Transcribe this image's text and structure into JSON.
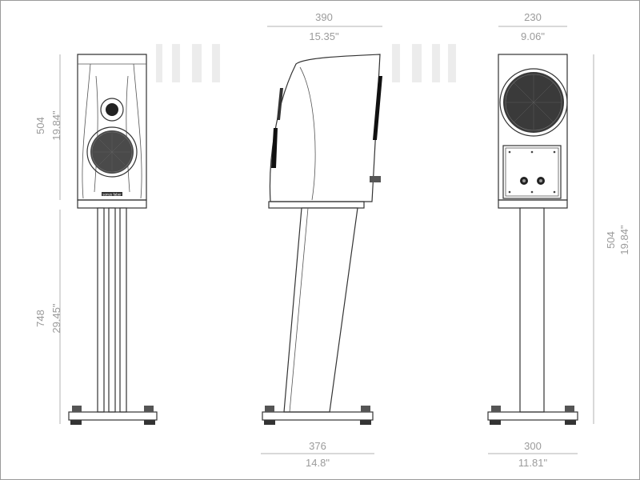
{
  "diagram": {
    "front": {
      "speaker_height_mm": "504",
      "speaker_height_in": "19.84\"",
      "stand_height_mm": "748",
      "stand_height_in": "29.45\"",
      "badge_text": "sonus faber"
    },
    "side": {
      "top_depth_mm": "390",
      "top_depth_in": "15.35\"",
      "base_depth_mm": "376",
      "base_depth_in": "14.8\""
    },
    "back": {
      "top_width_mm": "230",
      "top_width_in": "9.06\"",
      "base_width_mm": "300",
      "base_width_in": "11.81\"",
      "height_mm": "504",
      "height_in": "19.84\""
    }
  }
}
